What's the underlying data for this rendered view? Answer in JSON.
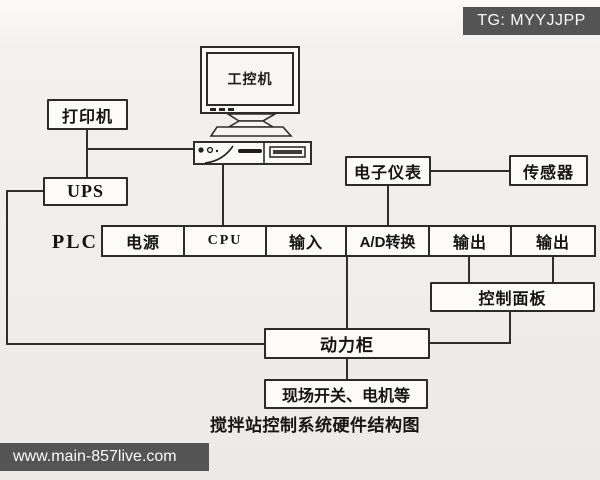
{
  "overlay": {
    "badge_text": "TG: MYYJJPP",
    "watermark_text": "www.main-857live.com"
  },
  "diagram": {
    "caption": "搅拌站控制系统硬件结构图",
    "monitor_label": "工控机",
    "printer_label": "打印机",
    "ups_label": "UPS",
    "plc_label": "PLC",
    "elec_meter_label": "电子仪表",
    "sensor_label": "传感器",
    "control_panel_label": "控制面板",
    "power_cabinet_label": "动力柜",
    "field_devices_label": "现场开关、电机等",
    "plc_modules": [
      "电源",
      "CPU",
      "输入",
      "A/D转换",
      "输出",
      "输出"
    ]
  },
  "colors": {
    "overlay_bg": "#545454",
    "line": "#2e2e2e",
    "box_border": "#2b2b2b",
    "box_bg": "#fcfbfa",
    "page_bg": "#f0eeec"
  }
}
